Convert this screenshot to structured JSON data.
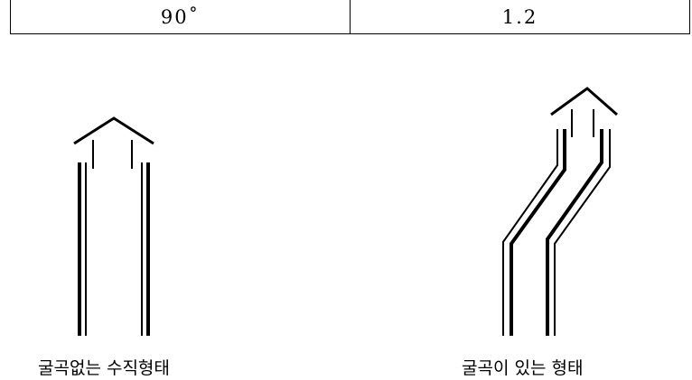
{
  "table": {
    "angle": "90˚",
    "value": "1.2"
  },
  "figures": {
    "straight": {
      "caption": "굴곡없는 수직형태"
    },
    "bent": {
      "caption": "굴곡이 있는 형태"
    }
  }
}
